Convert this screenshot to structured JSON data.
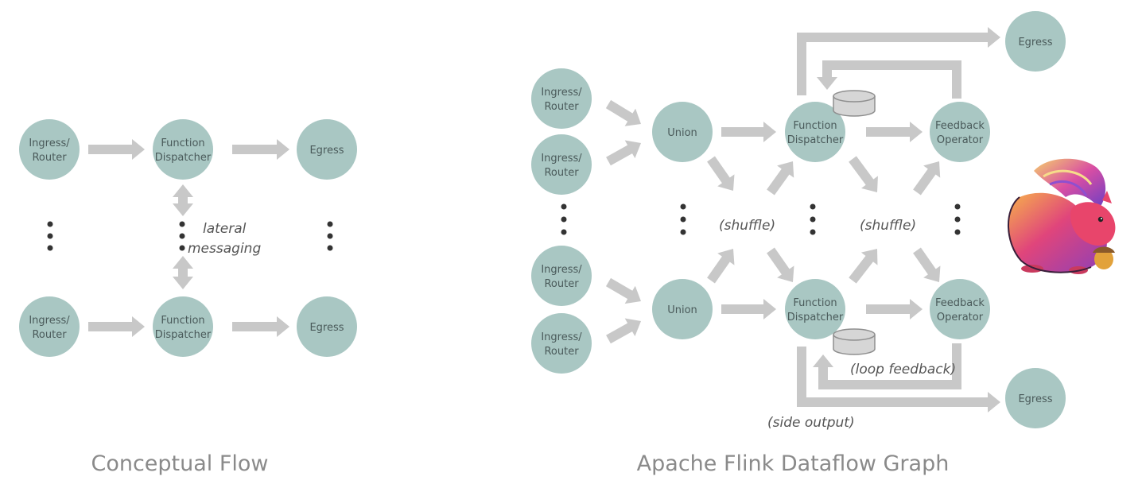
{
  "colors": {
    "node_fill": "#a9c7c3",
    "arrow": "#c8c8c8",
    "dots": "#333333",
    "db_fill": "#d6d6d6",
    "db_stroke": "#8f8f8f",
    "logo": "flink-squirrel-logo"
  },
  "conceptual": {
    "caption": "Conceptual Flow",
    "ingress_line1": "Ingress/",
    "ingress_line2": "Router",
    "dispatcher_line1": "Function",
    "dispatcher_line2": "Dispatcher",
    "egress": "Egress",
    "lateral_line1": "lateral",
    "lateral_line2": "messaging"
  },
  "flink": {
    "caption": "Apache Flink Dataflow Graph",
    "ingress_line1": "Ingress/",
    "ingress_line2": "Router",
    "union": "Union",
    "dispatcher_line1": "Function",
    "dispatcher_line2": "Dispatcher",
    "feedback_line1": "Feedback",
    "feedback_line2": "Operator",
    "egress": "Egress",
    "shuffle": "(shuffle)",
    "loop_feedback": "(loop feedback)",
    "side_output": "(side output)"
  }
}
